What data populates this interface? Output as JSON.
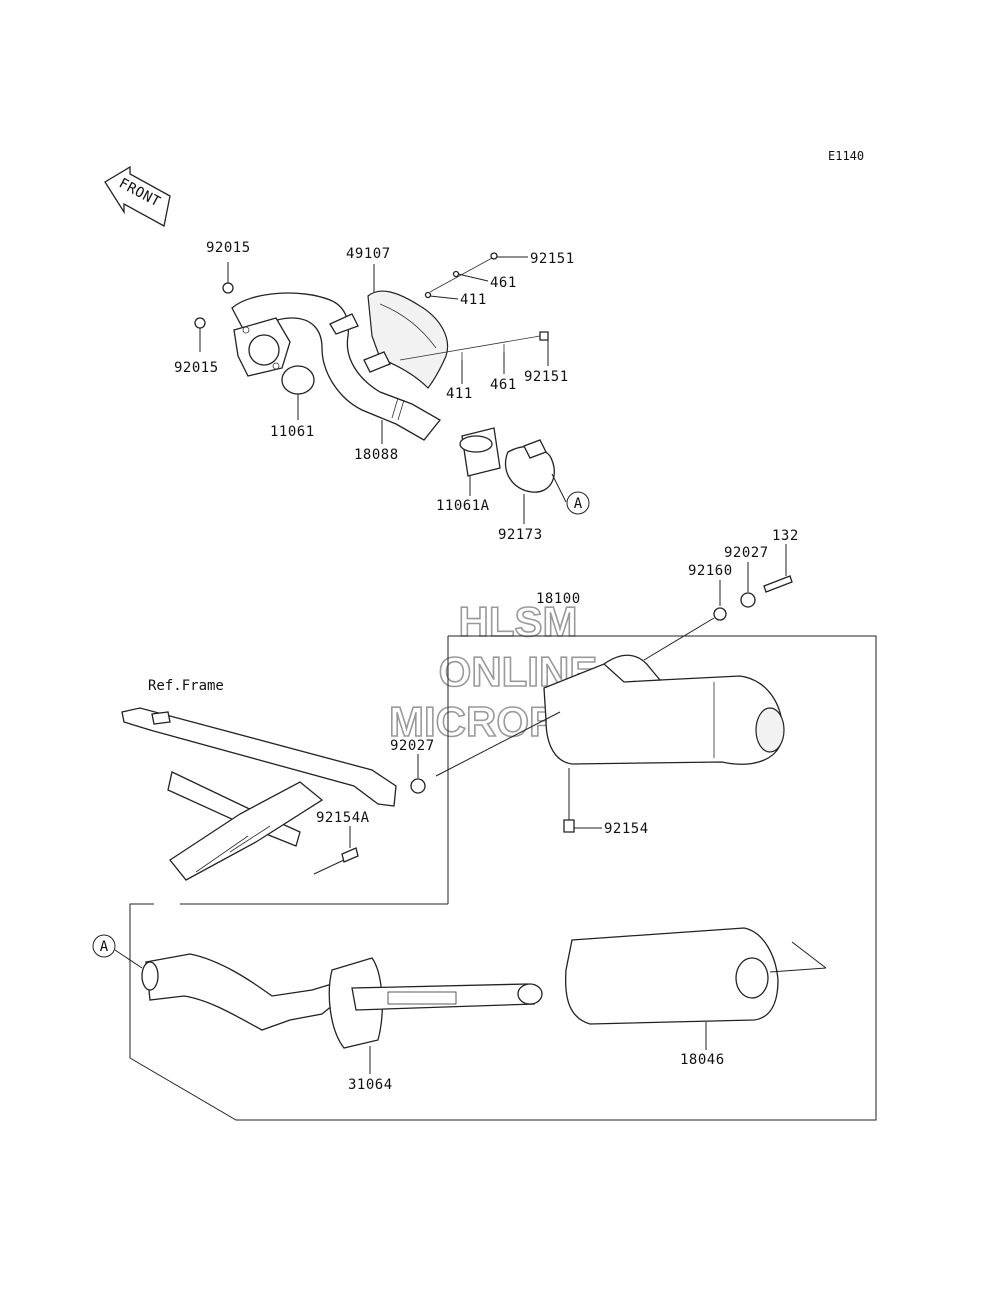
{
  "diagram": {
    "code": "E1140",
    "front_label": "FRONT",
    "ref_frame_label": "Ref.Frame",
    "marker_a": "A",
    "watermark": [
      "HLSM",
      "ONLINE",
      "MICROFICHE"
    ],
    "parts": [
      {
        "id": "p-92015-a",
        "label": "92015"
      },
      {
        "id": "p-92015-b",
        "label": "92015"
      },
      {
        "id": "p-11061",
        "label": "11061"
      },
      {
        "id": "p-49107",
        "label": "49107"
      },
      {
        "id": "p-92151-a",
        "label": "92151"
      },
      {
        "id": "p-461-a",
        "label": "461"
      },
      {
        "id": "p-411-a",
        "label": "411"
      },
      {
        "id": "p-411-b",
        "label": "411"
      },
      {
        "id": "p-461-b",
        "label": "461"
      },
      {
        "id": "p-92151-b",
        "label": "92151"
      },
      {
        "id": "p-18088",
        "label": "18088"
      },
      {
        "id": "p-11061a",
        "label": "11061A"
      },
      {
        "id": "p-92173",
        "label": "92173"
      },
      {
        "id": "p-132",
        "label": "132"
      },
      {
        "id": "p-92027-a",
        "label": "92027"
      },
      {
        "id": "p-92160",
        "label": "92160"
      },
      {
        "id": "p-18100",
        "label": "18100"
      },
      {
        "id": "p-92027-b",
        "label": "92027"
      },
      {
        "id": "p-92154a",
        "label": "92154A"
      },
      {
        "id": "p-92154",
        "label": "92154"
      },
      {
        "id": "p-31064",
        "label": "31064"
      },
      {
        "id": "p-18046",
        "label": "18046"
      }
    ]
  }
}
